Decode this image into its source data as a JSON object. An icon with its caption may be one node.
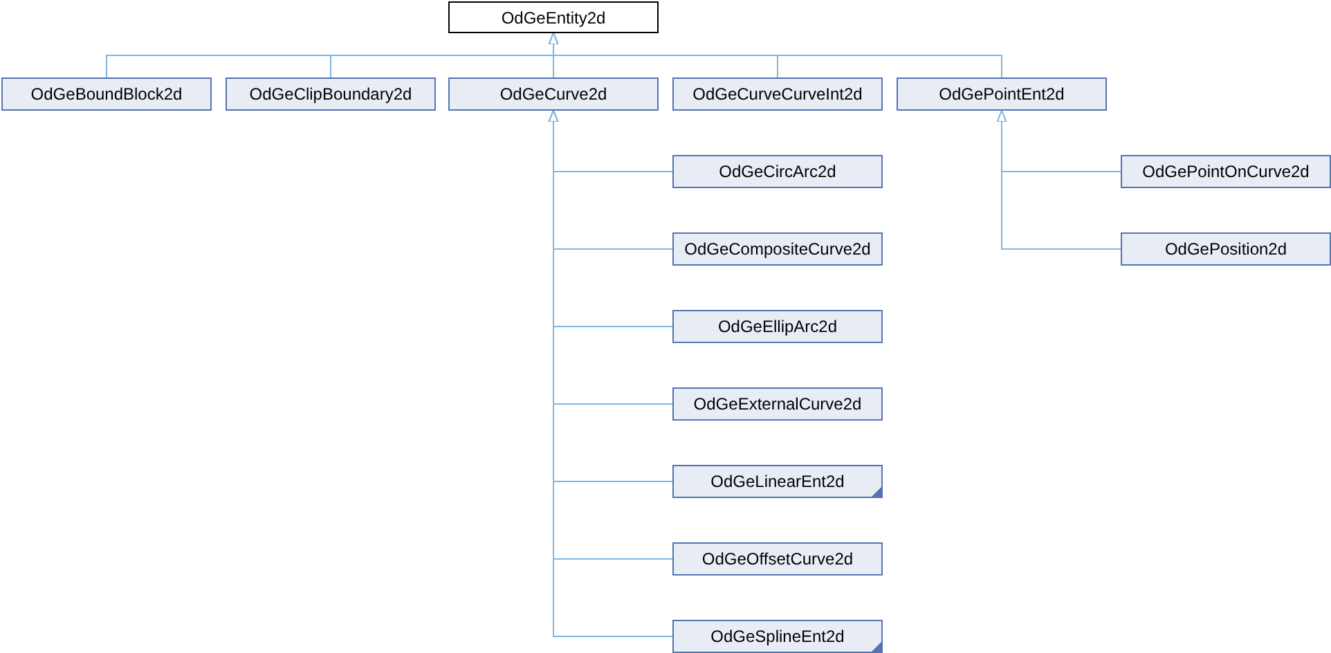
{
  "diagram": {
    "nodes": [
      {
        "text": [
          "OdGeEntity2d"
        ]
      },
      {
        "text": [
          "OdGeBoundBlock2d"
        ]
      },
      {
        "text": [
          "OdGeClipBoundary2d"
        ]
      },
      {
        "text": [
          "OdGeCurve2d"
        ]
      },
      {
        "text": [
          "OdGeCurveCurveInt2d"
        ]
      },
      {
        "text": [
          "OdGePointEnt2d"
        ]
      },
      {
        "text": [
          "OdGeCircArc2d"
        ]
      },
      {
        "text": [
          "OdGeCompositeCurve2d"
        ]
      },
      {
        "text": [
          "OdGeEllipArc2d"
        ]
      },
      {
        "text": [
          "OdGeExternalCurve2d"
        ]
      },
      {
        "text": [
          "OdGeLinearEnt2d"
        ]
      },
      {
        "text": [
          "OdGeOffsetCurve2d"
        ]
      },
      {
        "text": [
          "OdGeSplineEnt2d"
        ]
      },
      {
        "text": [
          "OdGePointOnCurve2d"
        ]
      },
      {
        "text": [
          "OdGePosition2d"
        ]
      }
    ],
    "edges": [
      {
        "from": 1,
        "to": 0,
        "arrow": "to"
      },
      {
        "from": 2,
        "to": 0,
        "arrow": "to"
      },
      {
        "from": 3,
        "to": 0,
        "arrow": "to"
      },
      {
        "from": 4,
        "to": 0,
        "arrow": "to"
      },
      {
        "from": 5,
        "to": 0,
        "arrow": "to"
      },
      {
        "from": 6,
        "to": 3,
        "arrow": "to"
      },
      {
        "from": 7,
        "to": 3,
        "arrow": "to"
      },
      {
        "from": 8,
        "to": 3,
        "arrow": "to"
      },
      {
        "from": 9,
        "to": 3,
        "arrow": "to"
      },
      {
        "from": 10,
        "to": 3,
        "arrow": "to"
      },
      {
        "from": 11,
        "to": 3,
        "arrow": "to"
      },
      {
        "from": 12,
        "to": 3,
        "arrow": "to"
      },
      {
        "from": 13,
        "to": 5,
        "arrow": "to"
      },
      {
        "from": 14,
        "to": 5,
        "arrow": "to"
      }
    ]
  }
}
